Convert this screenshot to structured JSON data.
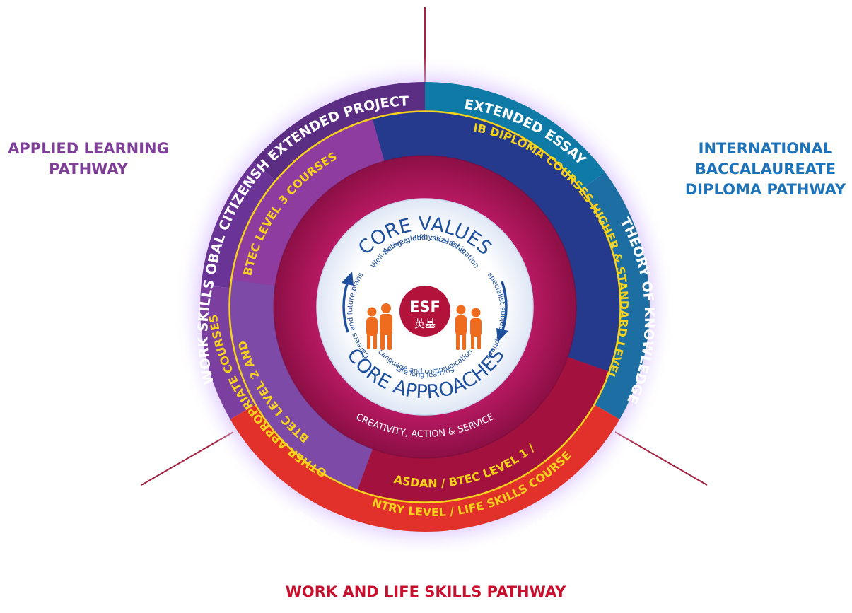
{
  "pathways": {
    "applied": [
      "APPLIED LEARNING",
      "PATHWAY"
    ],
    "ib": [
      "INTERNATIONAL",
      "BACCALAUREATE",
      "DIPLOMA PATHWAY"
    ],
    "work": "WORK AND LIFE SKILLS PATHWAY"
  },
  "outer_ring": {
    "extended_project": "EXTENDED PROJECT",
    "extended_essay": "EXTENDED ESSAY",
    "global_citizenship": "GLOBAL CITIZENSHIP",
    "theory_of_knowledge": "THEORY OF KNOWLEDGE",
    "work_skills": "WORK SKILLS",
    "structured_work": "STRUCTURED WORK PLACE LEARNING"
  },
  "course_ring": {
    "btec3": "BTEC LEVEL 3 COURSES",
    "ib_courses": "IB DIPLOMA COURSES HIGHER & STANDARD LEVEL",
    "btec2_line1": "BTEC LEVEL 2 AND",
    "btec2_line2": "OTHER APPROPRIATE COURSES",
    "asdan_line1": "ASDAN / BTEC LEVEL 1 /",
    "asdan_line2": "ENTRY LEVEL / LIFE SKILLS COURSES"
  },
  "inner_ring": {
    "cas": "CREATIVITY, ACTION & SERVICE"
  },
  "core": {
    "values_title": "CORE VALUES",
    "approaches_title": "CORE APPROACHES",
    "active_global": "Active global citizenship",
    "wellbeing": "Well-being and Physical Education",
    "specialist": "specialist subject options",
    "careers": "Careers and future plans",
    "language": "Language and communication",
    "lifelong": "Life long learning",
    "logo_en": "ESF",
    "logo_cn": "英基"
  },
  "colors": {
    "purple": "#7f3f98",
    "teal": "#0f7aa6",
    "navy": "#253a8c",
    "red": "#e2312b",
    "crimson": "#a3123f",
    "magenta": "#b5135f",
    "yellow": "#f6d21c",
    "core_blue": "#1d4f9c",
    "logo_red": "#b3123a",
    "ib_label": "#1d73b9",
    "applied_label": "#7f3f98",
    "work_label": "#c8102e"
  }
}
